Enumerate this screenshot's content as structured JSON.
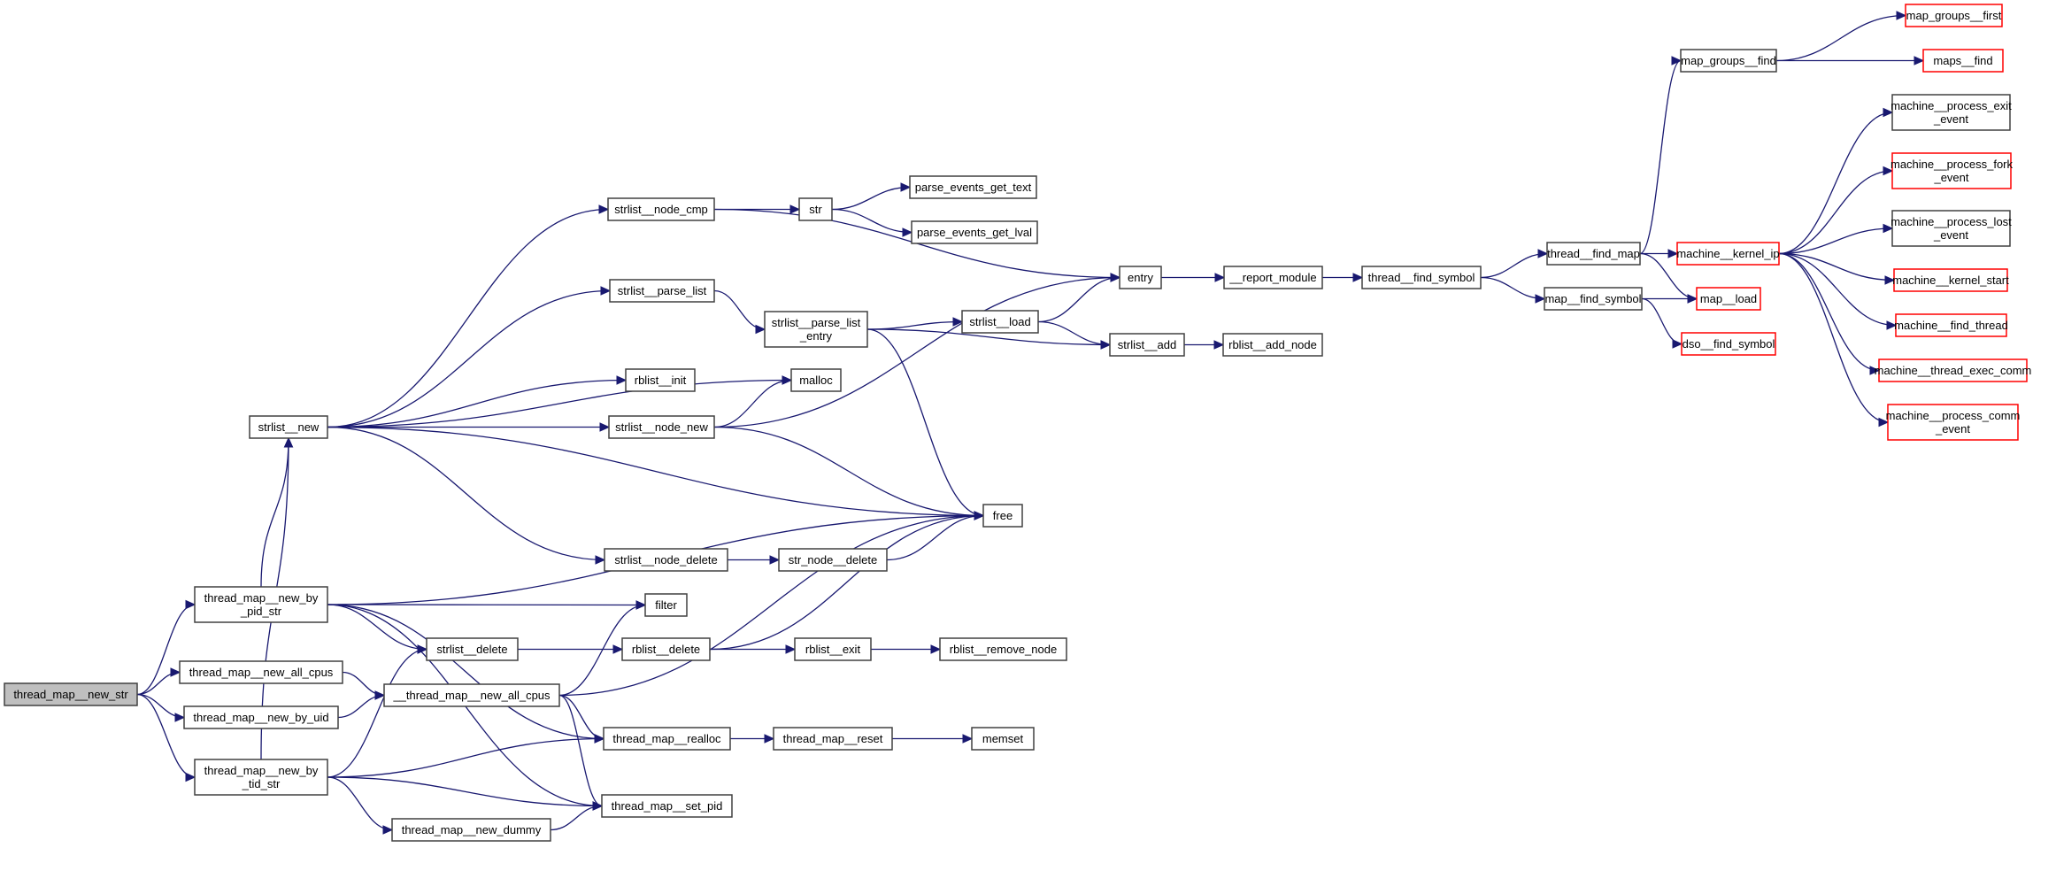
{
  "diagram": {
    "title": "Call graph of thread_map__new_str",
    "colors": {
      "edge": "#191970",
      "node_border": "#404040",
      "root_fill": "#bfbfbf",
      "external_border": "#ff0000"
    },
    "nodes": [
      {
        "id": "thread_map__new_str",
        "lines": [
          "thread_map__new_str"
        ],
        "kind": "root"
      },
      {
        "id": "thread_map__new_by_pid_str",
        "lines": [
          "thread_map__new_by",
          "_pid_str"
        ],
        "kind": "normal"
      },
      {
        "id": "thread_map__new_all_cpus",
        "lines": [
          "thread_map__new_all_cpus"
        ],
        "kind": "normal"
      },
      {
        "id": "thread_map__new_by_uid",
        "lines": [
          "thread_map__new_by_uid"
        ],
        "kind": "normal"
      },
      {
        "id": "thread_map__new_by_tid_str",
        "lines": [
          "thread_map__new_by",
          "_tid_str"
        ],
        "kind": "normal"
      },
      {
        "id": "strlist__new",
        "lines": [
          "strlist__new"
        ],
        "kind": "normal"
      },
      {
        "id": "__thread_map__new_all_cpus",
        "lines": [
          "__thread_map__new_all_cpus"
        ],
        "kind": "normal"
      },
      {
        "id": "strlist__delete",
        "lines": [
          "strlist__delete"
        ],
        "kind": "normal"
      },
      {
        "id": "thread_map__new_dummy",
        "lines": [
          "thread_map__new_dummy"
        ],
        "kind": "normal"
      },
      {
        "id": "strlist__node_cmp",
        "lines": [
          "strlist__node_cmp"
        ],
        "kind": "normal"
      },
      {
        "id": "strlist__parse_list",
        "lines": [
          "strlist__parse_list"
        ],
        "kind": "normal"
      },
      {
        "id": "rblist__init",
        "lines": [
          "rblist__init"
        ],
        "kind": "normal"
      },
      {
        "id": "strlist__node_new",
        "lines": [
          "strlist__node_new"
        ],
        "kind": "normal"
      },
      {
        "id": "strlist__node_delete",
        "lines": [
          "strlist__node_delete"
        ],
        "kind": "normal"
      },
      {
        "id": "filter",
        "lines": [
          "filter"
        ],
        "kind": "normal"
      },
      {
        "id": "rblist__delete",
        "lines": [
          "rblist__delete"
        ],
        "kind": "normal"
      },
      {
        "id": "thread_map__realloc",
        "lines": [
          "thread_map__realloc"
        ],
        "kind": "normal"
      },
      {
        "id": "thread_map__set_pid",
        "lines": [
          "thread_map__set_pid"
        ],
        "kind": "normal"
      },
      {
        "id": "str",
        "lines": [
          "str"
        ],
        "kind": "normal"
      },
      {
        "id": "malloc",
        "lines": [
          "malloc"
        ],
        "kind": "normal"
      },
      {
        "id": "strlist__parse_list_entry",
        "lines": [
          "strlist__parse_list",
          "_entry"
        ],
        "kind": "normal"
      },
      {
        "id": "str_node__delete",
        "lines": [
          "str_node__delete"
        ],
        "kind": "normal"
      },
      {
        "id": "rblist__exit",
        "lines": [
          "rblist__exit"
        ],
        "kind": "normal"
      },
      {
        "id": "thread_map__reset",
        "lines": [
          "thread_map__reset"
        ],
        "kind": "normal"
      },
      {
        "id": "parse_events_get_text",
        "lines": [
          "parse_events_get_text"
        ],
        "kind": "normal"
      },
      {
        "id": "parse_events_get_lval",
        "lines": [
          "parse_events_get_lval"
        ],
        "kind": "normal"
      },
      {
        "id": "strlist__load",
        "lines": [
          "strlist__load"
        ],
        "kind": "normal"
      },
      {
        "id": "free",
        "lines": [
          "free"
        ],
        "kind": "normal"
      },
      {
        "id": "rblist__remove_node",
        "lines": [
          "rblist__remove_node"
        ],
        "kind": "normal"
      },
      {
        "id": "memset",
        "lines": [
          "memset"
        ],
        "kind": "normal"
      },
      {
        "id": "entry",
        "lines": [
          "entry"
        ],
        "kind": "normal"
      },
      {
        "id": "strlist__add",
        "lines": [
          "strlist__add"
        ],
        "kind": "normal"
      },
      {
        "id": "__report_module",
        "lines": [
          "__report_module"
        ],
        "kind": "normal"
      },
      {
        "id": "rblist__add_node",
        "lines": [
          "rblist__add_node"
        ],
        "kind": "normal"
      },
      {
        "id": "thread__find_symbol",
        "lines": [
          "thread__find_symbol"
        ],
        "kind": "normal"
      },
      {
        "id": "thread__find_map",
        "lines": [
          "thread__find_map"
        ],
        "kind": "normal"
      },
      {
        "id": "map__find_symbol",
        "lines": [
          "map__find_symbol"
        ],
        "kind": "normal"
      },
      {
        "id": "map_groups__find",
        "lines": [
          "map_groups__find"
        ],
        "kind": "normal"
      },
      {
        "id": "machine__kernel_ip",
        "lines": [
          "machine__kernel_ip"
        ],
        "kind": "external"
      },
      {
        "id": "map__load",
        "lines": [
          "map__load"
        ],
        "kind": "external"
      },
      {
        "id": "dso__find_symbol",
        "lines": [
          "dso__find_symbol"
        ],
        "kind": "external"
      },
      {
        "id": "map_groups__first",
        "lines": [
          "map_groups__first"
        ],
        "kind": "external"
      },
      {
        "id": "maps__find",
        "lines": [
          "maps__find"
        ],
        "kind": "external"
      },
      {
        "id": "machine__process_exit_event",
        "lines": [
          "machine__process_exit",
          "_event"
        ],
        "kind": "normal"
      },
      {
        "id": "machine__process_fork_event",
        "lines": [
          "machine__process_fork",
          "_event"
        ],
        "kind": "external"
      },
      {
        "id": "machine__process_lost_event",
        "lines": [
          "machine__process_lost",
          "_event"
        ],
        "kind": "normal"
      },
      {
        "id": "machine__kernel_start",
        "lines": [
          "machine__kernel_start"
        ],
        "kind": "external"
      },
      {
        "id": "machine__find_thread",
        "lines": [
          "machine__find_thread"
        ],
        "kind": "external"
      },
      {
        "id": "machine__thread_exec_comm",
        "lines": [
          "machine__thread_exec_comm"
        ],
        "kind": "external"
      },
      {
        "id": "machine__process_comm_event",
        "lines": [
          "machine__process_comm",
          "_event"
        ],
        "kind": "external"
      }
    ],
    "edges": [
      [
        "thread_map__new_str",
        "thread_map__new_by_pid_str"
      ],
      [
        "thread_map__new_str",
        "thread_map__new_all_cpus"
      ],
      [
        "thread_map__new_str",
        "thread_map__new_by_uid"
      ],
      [
        "thread_map__new_str",
        "thread_map__new_by_tid_str"
      ],
      [
        "thread_map__new_by_pid_str",
        "strlist__new"
      ],
      [
        "thread_map__new_by_pid_str",
        "free"
      ],
      [
        "thread_map__new_by_pid_str",
        "filter"
      ],
      [
        "thread_map__new_by_pid_str",
        "thread_map__realloc"
      ],
      [
        "thread_map__new_by_pid_str",
        "strlist__delete"
      ],
      [
        "thread_map__new_by_pid_str",
        "thread_map__set_pid"
      ],
      [
        "thread_map__new_all_cpus",
        "__thread_map__new_all_cpus"
      ],
      [
        "thread_map__new_by_uid",
        "__thread_map__new_all_cpus"
      ],
      [
        "thread_map__new_by_tid_str",
        "strlist__new"
      ],
      [
        "thread_map__new_by_tid_str",
        "strlist__delete"
      ],
      [
        "thread_map__new_by_tid_str",
        "thread_map__realloc"
      ],
      [
        "thread_map__new_by_tid_str",
        "thread_map__new_dummy"
      ],
      [
        "thread_map__new_by_tid_str",
        "thread_map__set_pid"
      ],
      [
        "strlist__new",
        "strlist__node_cmp"
      ],
      [
        "strlist__new",
        "strlist__parse_list"
      ],
      [
        "strlist__new",
        "malloc"
      ],
      [
        "strlist__new",
        "rblist__init"
      ],
      [
        "strlist__new",
        "strlist__node_new"
      ],
      [
        "strlist__new",
        "free"
      ],
      [
        "strlist__new",
        "strlist__node_delete"
      ],
      [
        "__thread_map__new_all_cpus",
        "filter"
      ],
      [
        "__thread_map__new_all_cpus",
        "free"
      ],
      [
        "__thread_map__new_all_cpus",
        "thread_map__realloc"
      ],
      [
        "__thread_map__new_all_cpus",
        "thread_map__set_pid"
      ],
      [
        "strlist__delete",
        "rblist__delete"
      ],
      [
        "thread_map__new_dummy",
        "thread_map__set_pid"
      ],
      [
        "strlist__node_cmp",
        "str"
      ],
      [
        "strlist__node_cmp",
        "entry"
      ],
      [
        "strlist__parse_list",
        "strlist__parse_list_entry"
      ],
      [
        "strlist__node_new",
        "malloc"
      ],
      [
        "strlist__node_new",
        "entry"
      ],
      [
        "strlist__node_new",
        "free"
      ],
      [
        "strlist__node_delete",
        "str_node__delete"
      ],
      [
        "rblist__delete",
        "rblist__exit"
      ],
      [
        "rblist__delete",
        "free"
      ],
      [
        "thread_map__realloc",
        "thread_map__reset"
      ],
      [
        "str",
        "parse_events_get_text"
      ],
      [
        "str",
        "parse_events_get_lval"
      ],
      [
        "strlist__parse_list_entry",
        "strlist__load"
      ],
      [
        "strlist__parse_list_entry",
        "strlist__add"
      ],
      [
        "strlist__parse_list_entry",
        "free"
      ],
      [
        "str_node__delete",
        "free"
      ],
      [
        "rblist__exit",
        "rblist__remove_node"
      ],
      [
        "thread_map__reset",
        "memset"
      ],
      [
        "strlist__load",
        "entry"
      ],
      [
        "strlist__load",
        "strlist__add"
      ],
      [
        "entry",
        "__report_module"
      ],
      [
        "strlist__add",
        "rblist__add_node"
      ],
      [
        "__report_module",
        "thread__find_symbol"
      ],
      [
        "thread__find_symbol",
        "thread__find_map"
      ],
      [
        "thread__find_symbol",
        "map__find_symbol"
      ],
      [
        "thread__find_map",
        "map_groups__find"
      ],
      [
        "thread__find_map",
        "machine__kernel_ip"
      ],
      [
        "thread__find_map",
        "map__load"
      ],
      [
        "map__find_symbol",
        "map__load"
      ],
      [
        "map__find_symbol",
        "dso__find_symbol"
      ],
      [
        "map_groups__find",
        "map_groups__first"
      ],
      [
        "map_groups__find",
        "maps__find"
      ],
      [
        "machine__kernel_ip",
        "machine__process_exit_event"
      ],
      [
        "machine__kernel_ip",
        "machine__process_fork_event"
      ],
      [
        "machine__kernel_ip",
        "machine__process_lost_event"
      ],
      [
        "machine__kernel_ip",
        "machine__kernel_start"
      ],
      [
        "machine__kernel_ip",
        "machine__find_thread"
      ],
      [
        "machine__kernel_ip",
        "machine__thread_exec_comm"
      ],
      [
        "machine__kernel_ip",
        "machine__process_comm_event"
      ]
    ]
  }
}
